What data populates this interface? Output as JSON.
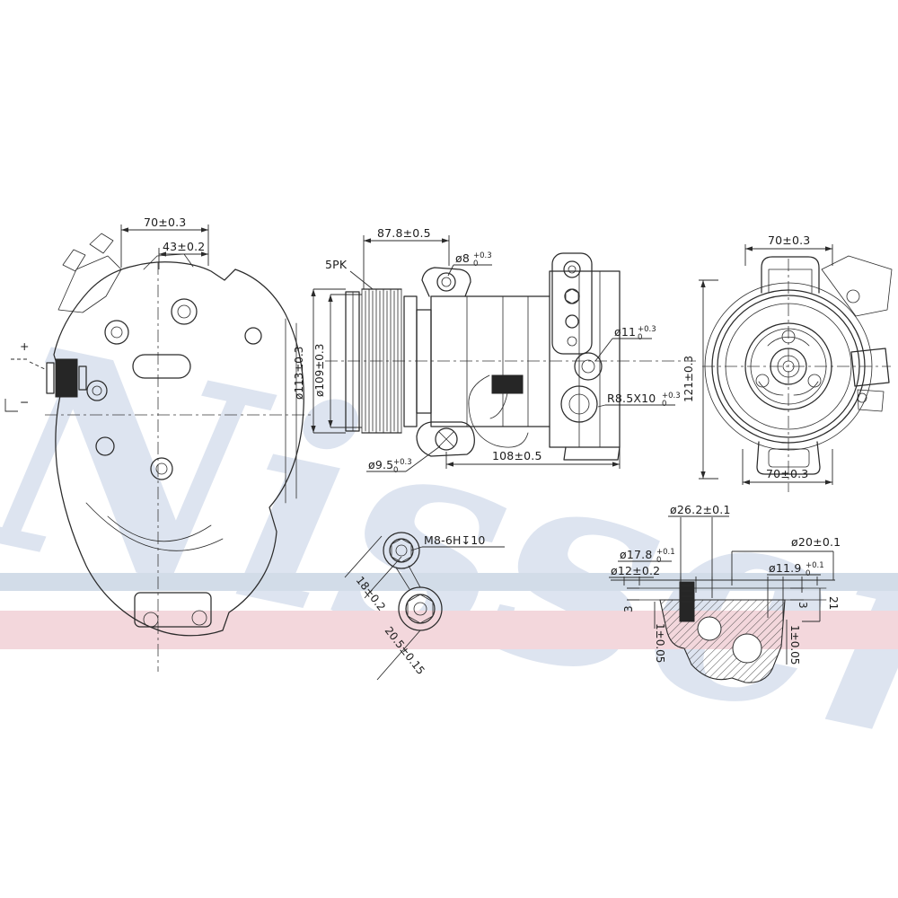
{
  "watermark": "Nissens",
  "colors": {
    "watermark": "#dde4f0",
    "stripe_blue": "#d2dce8",
    "stripe_pink": "#f3d7dc",
    "line": "#2b2b2b"
  },
  "views": {
    "left": {
      "dim_width": "70±0.3",
      "dim_inner": "43±0.2",
      "connector_plus": "+",
      "connector_minus": "−"
    },
    "center": {
      "dim_top": "87.8±0.5",
      "belt_type": "5PK",
      "pulley_od": "ø113±0.3",
      "pulley_groove": "ø109±0.3",
      "hole_top": {
        "v": "ø8",
        "up": "+0.3",
        "dn": "0"
      },
      "port": {
        "v": "ø11",
        "up": "+0.3",
        "dn": "0"
      },
      "slot": {
        "v": "R8.5X10",
        "up": "+0.3",
        "dn": "0"
      },
      "hole_bottom": {
        "v": "ø9.5",
        "up": "+0.3",
        "dn": "0"
      },
      "dim_bottom": "108±0.5",
      "dim_height": "121±0.3"
    },
    "right": {
      "dim_top": "70±0.3",
      "dim_bottom": "70±0.3"
    },
    "bolt_detail": {
      "thread": "M8-6H↧10",
      "dim_a": "18±0.2",
      "dim_b": "20.5±0.15"
    },
    "port_detail": {
      "d_26": "ø26.2±0.1",
      "d_20": "ø20±0.1",
      "d_178": {
        "v": "ø17.8",
        "up": "+0.1",
        "dn": "0"
      },
      "d_12": "ø12±0.2",
      "d_119": {
        "v": "ø11.9",
        "up": "+0.1",
        "dn": "0"
      },
      "wall_left": "3",
      "wall_right": "3",
      "depth": "21",
      "h_left": "1±0.05",
      "h_right": "1±0.05"
    }
  }
}
